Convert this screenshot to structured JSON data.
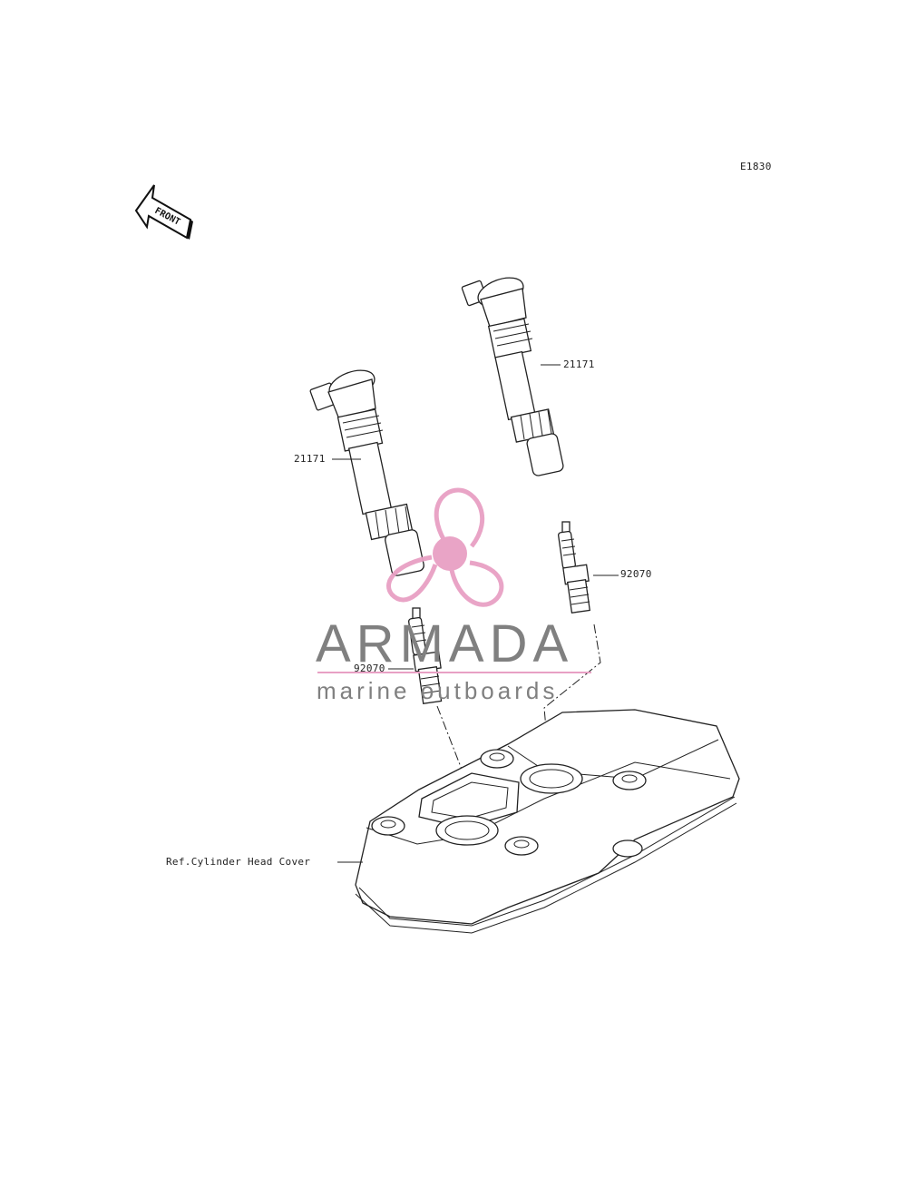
{
  "diagram": {
    "code": "E1830",
    "front_label": "FRONT",
    "parts": {
      "coil_right": "21171",
      "coil_left": "21171",
      "plug_right": "92070",
      "plug_left": "92070"
    },
    "reference": "Ref.Cylinder Head Cover"
  },
  "watermark": {
    "brand": "ARMADA",
    "tagline": "marine outboards",
    "colors": {
      "logo": "#e8a0c4",
      "text": "#808080"
    }
  }
}
